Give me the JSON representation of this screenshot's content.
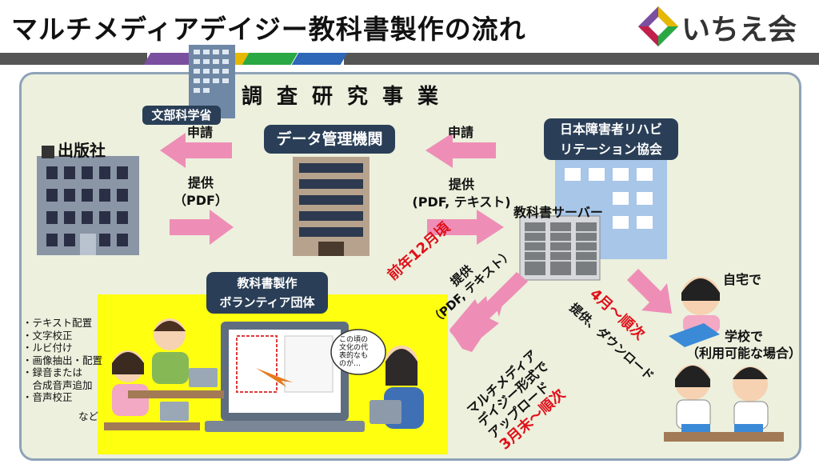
{
  "header": {
    "title": "マルチメディアデイジー教科書製作の流れ",
    "logo_text": "いちえ会",
    "stripe_colors": [
      "#555555",
      "#7b4fa0",
      "#e6b800",
      "#2aa843",
      "#2e66b8",
      "#555555"
    ]
  },
  "survey_title": "調査研究事業",
  "mext_label": "文部科学省",
  "publisher_label": "出版社",
  "data_agency_label": "データ管理機関",
  "jsrpd_label": [
    "日本障害者リハビ",
    "リテーション協会"
  ],
  "server_label": "教科書サーバー",
  "volunteer_label": [
    "教科書製作",
    "ボランティア団体"
  ],
  "flows": {
    "left_request": "申請",
    "left_provide": [
      "提供",
      "（PDF）"
    ],
    "right_request": "申請",
    "right_provide": [
      "提供",
      "(PDF, テキスト)"
    ],
    "mid_timing": "前年12月頃",
    "mid_provide": [
      "提供",
      "（PDF, テキスト）"
    ],
    "upload": [
      "マルチメディア",
      "デイジー形式で",
      "アップロード"
    ],
    "upload_timing": "3月末～順次",
    "download_timing": "4月～順次",
    "download": "提供、ダウンロード"
  },
  "tasks": [
    "・テキスト配置",
    "・文字校正",
    "・ルビ付け",
    "・画像抽出・配置",
    "・録音または",
    "　合成音声追加",
    "・音声校正"
  ],
  "tasks_etc": "など",
  "speech_bubble": [
    "この頃の",
    "文化の代",
    "表的なも",
    "のが…"
  ],
  "home_label": "自宅で",
  "school_label": [
    "学校で",
    "（利用可能な場合）"
  ],
  "colors": {
    "arrow": "#ee8eb6",
    "panel_bg": "#ecf0dd",
    "tag_bg": "#2a3f57",
    "highlight": "#ffff10",
    "accent_red": "#e0101a"
  }
}
